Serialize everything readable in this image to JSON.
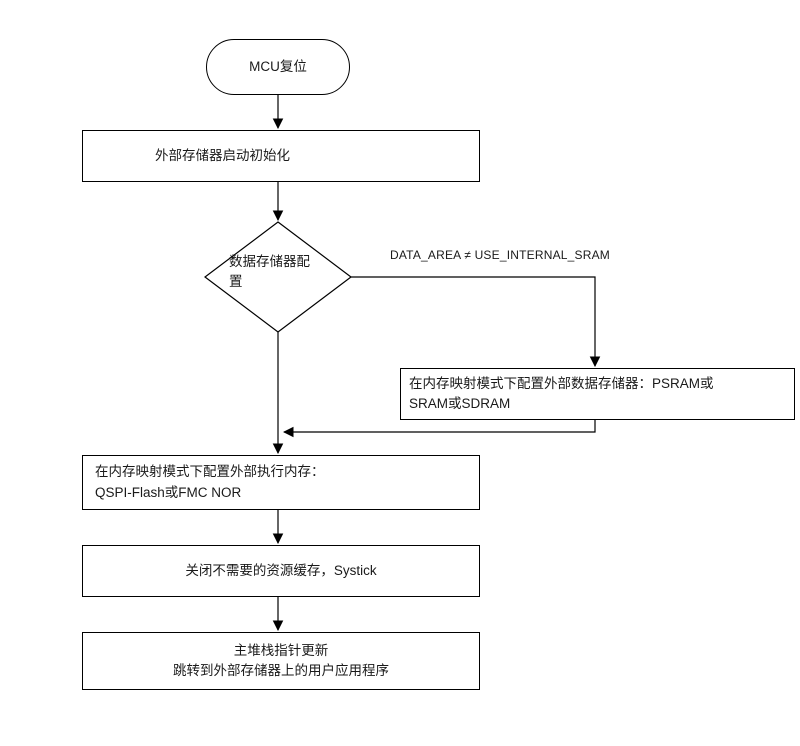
{
  "diagram": {
    "type": "flowchart",
    "background": "#ffffff",
    "stroke_color": "#000000",
    "text_color": "#1a1a1a",
    "nodes": {
      "start": "MCU复位",
      "init": "外部存储器启动初始化",
      "decision": "数据存储器配\n置",
      "config_data_memory": "在内存映射模式下配置外部数据存储器：PSRAM或\nSRAM或SDRAM",
      "config_exec_memory": "在内存映射模式下配置外部执行内存：\nQSPI-Flash或FMC NOR",
      "disable_cache": "关闭不需要的资源缓存，Systick",
      "jump_app": "主堆栈指针更新\n跳转到外部存储器上的用户应用程序"
    },
    "edges": {
      "decision_branch_label": "DATA_AREA ≠ USE_INTERNAL_SRAM"
    }
  }
}
